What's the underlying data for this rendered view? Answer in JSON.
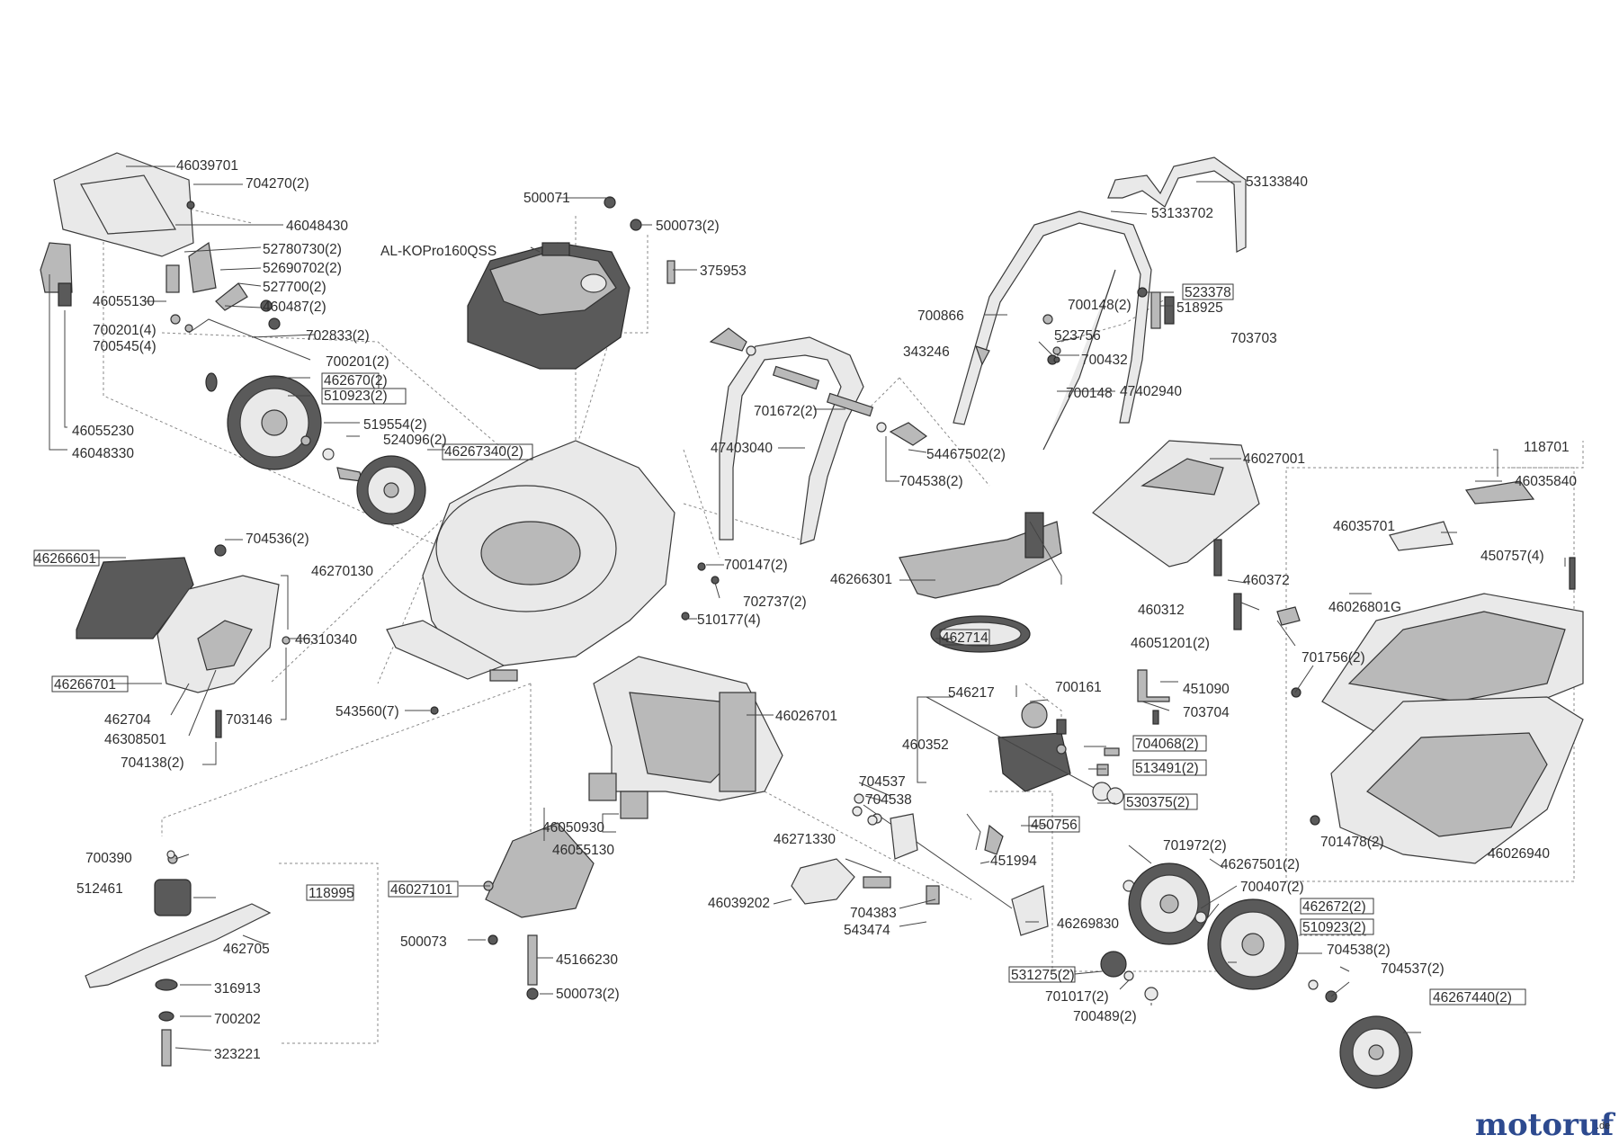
{
  "diagram": {
    "model_label": "AL-KOPro160QSS",
    "watermark": {
      "brand": "motoruf",
      "tld": ".de"
    },
    "part_numbers": {
      "p46039701": "46039701",
      "p704270_2": "704270(2)",
      "p46048430": "46048430",
      "p52780730_2": "52780730(2)",
      "p52690702_2": "52690702(2)",
      "p527700_2": "527700(2)",
      "p460487_2": "460487(2)",
      "p702833_2": "702833(2)",
      "p46055130a": "46055130",
      "p700201_4": "700201(4)",
      "p700545_4": "700545(4)",
      "p700201_2": "700201(2)",
      "p462670_2": "462670(2)",
      "p510923_2a": "510923(2)",
      "p519554_2": "519554(2)",
      "p524096_2": "524096(2)",
      "p46267340_2": "46267340(2)",
      "p46055230": "46055230",
      "p46048330": "46048330",
      "p500071": "500071",
      "p500073_2a": "500073(2)",
      "p375953": "375953",
      "p53133840": "53133840",
      "p53133702": "53133702",
      "p523378": "523378",
      "p700148_2": "700148(2)",
      "p518925": "518925",
      "p700866": "700866",
      "p523756": "523756",
      "p703703": "703703",
      "p343246": "343246",
      "p700432": "700432",
      "p700148": "700148",
      "p47402940": "47402940",
      "p701672_2": "701672(2)",
      "p47403040": "47403040",
      "p54467502_2": "54467502(2)",
      "p704538_2a": "704538(2)",
      "p46027001": "46027001",
      "p118701": "118701",
      "p46035840": "46035840",
      "p46035701": "46035701",
      "p450757_4": "450757(4)",
      "p46266601": "46266601",
      "p704536_2": "704536(2)",
      "p46270130": "46270130",
      "p46310340": "46310340",
      "p46266701": "46266701",
      "p462704": "462704",
      "p46308501": "46308501",
      "p703146": "703146",
      "p704138_2": "704138(2)",
      "p700147_2": "700147(2)",
      "p702737_2": "702737(2)",
      "p510177_4": "510177(4)",
      "p46266301": "46266301",
      "p460372": "460372",
      "p460312": "460312",
      "p46051201_2": "46051201(2)",
      "p46026801G": "46026801G",
      "p701756_2": "701756(2)",
      "p543560_7": "543560(7)",
      "p46026701": "46026701",
      "p462714": "462714",
      "p546217": "546217",
      "p700161": "700161",
      "p451090": "451090",
      "p703704": "703704",
      "p460352": "460352",
      "p704068_2": "704068(2)",
      "p513491_2": "513491(2)",
      "p530375_2": "530375(2)",
      "p450756": "450756",
      "p451994": "451994",
      "p704537a": "704537",
      "p704538a": "704538",
      "p46050930": "46050930",
      "p46055130b": "46055130",
      "p701478_2": "701478(2)",
      "p46026940": "46026940",
      "p700390": "700390",
      "p512461": "512461",
      "p118995": "118995",
      "p462705": "462705",
      "p316913": "316913",
      "p700202": "700202",
      "p323221": "323221",
      "p46027101": "46027101",
      "p500073a": "500073",
      "p45166230": "45166230",
      "p500073_2b": "500073(2)",
      "p46271330": "46271330",
      "p46039202": "46039202",
      "p704383": "704383",
      "p543474": "543474",
      "p701972_2": "701972(2)",
      "p46267501_2": "46267501(2)",
      "p700407_2": "700407(2)",
      "p46269830": "46269830",
      "p462672_2": "462672(2)",
      "p510923_2b": "510923(2)",
      "p704538_2b": "704538(2)",
      "p704537_2": "704537(2)",
      "p531275_2": "531275(2)",
      "p701017_2": "701017(2)",
      "p700489_2": "700489(2)",
      "p46267440_2": "46267440(2)"
    }
  }
}
